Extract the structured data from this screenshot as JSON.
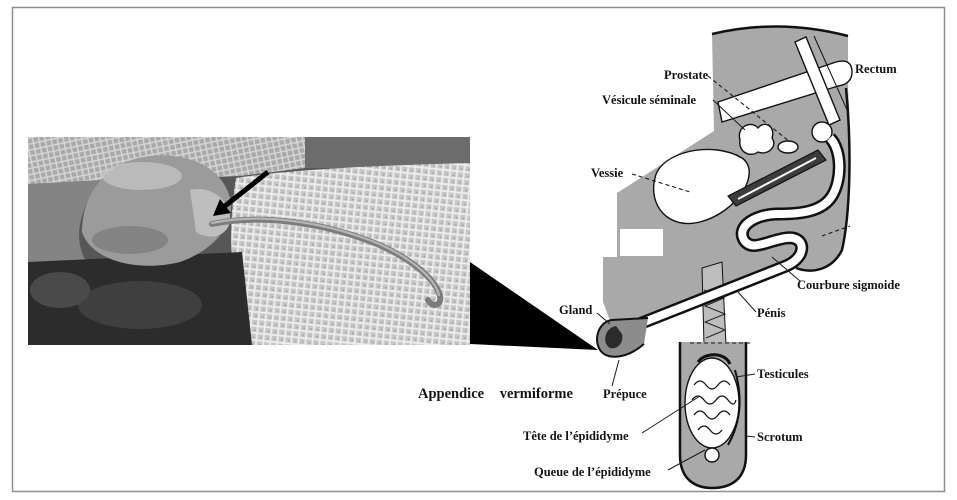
{
  "figure": {
    "labels": {
      "prostate": "Prostate",
      "rectum": "Rectum",
      "vesicule_seminale": "Vésicule séminale",
      "vessie": "Vessie",
      "courbure_sigmoide": "Courbure sigmoide",
      "penis": "Pénis",
      "gland": "Gland",
      "testicules": "Testicules",
      "appendice_vermiforme": "Appendice vermiforme",
      "prepuce": "Prépuce",
      "tete_epididyme": "Tête de l’épididyme",
      "scrotum": "Scrotum",
      "queue_epididyme": "Queue de l’épididyme"
    }
  },
  "colors": {
    "tissue_gray": "#a9a9a9",
    "outline": "#111111",
    "zoom_wedge": "#000000",
    "photo_arrow": "#000000"
  }
}
